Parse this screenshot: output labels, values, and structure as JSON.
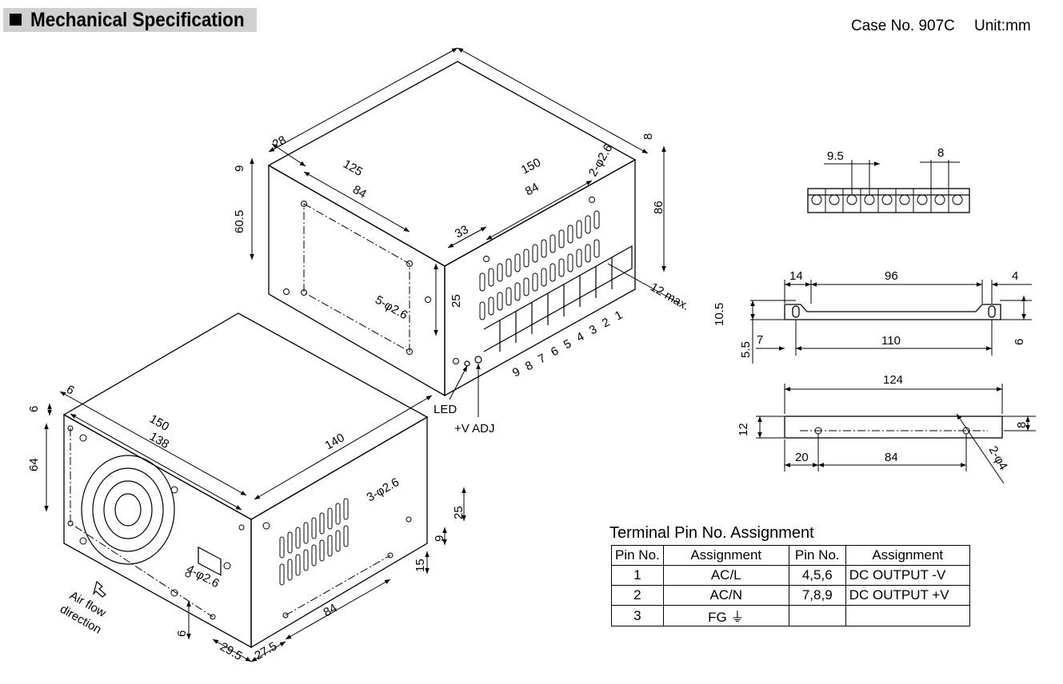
{
  "header": {
    "title": "Mechanical Specification",
    "case_no": "Case No. 907C",
    "unit": "Unit:mm"
  },
  "top_view": {
    "dims": [
      "28",
      "125",
      "84",
      "150",
      "84",
      "9",
      "60.5",
      "33",
      "25",
      "86",
      "8"
    ],
    "hole_labels": [
      "5-φ2.6",
      "2-φ2.6"
    ],
    "max_label": "12 max.",
    "terminal_numbers": [
      "9",
      "8",
      "7",
      "6",
      "5",
      "4",
      "3",
      "2",
      "1"
    ],
    "led_label": "LED",
    "vadj_label": "+V ADJ"
  },
  "bottom_view": {
    "dims": [
      "6",
      "150",
      "138",
      "140",
      "6",
      "64",
      "25",
      "9",
      "15",
      "84",
      "29.5",
      "27.5",
      "6"
    ],
    "hole_labels": [
      "3-φ2.6",
      "4-φ2.6"
    ],
    "airflow_label_1": "Air flow",
    "airflow_label_2": "direction"
  },
  "terminal_block": {
    "dims": [
      "9.5",
      "8"
    ]
  },
  "bracket_side": {
    "dims": [
      "14",
      "96",
      "4",
      "10.5",
      "5.5",
      "7",
      "110",
      "6"
    ]
  },
  "bracket_top": {
    "dims": [
      "124",
      "12",
      "8",
      "20",
      "84"
    ],
    "hole_label": "2-φ4"
  },
  "pin_table": {
    "title": "Terminal Pin No.  Assignment",
    "headers": [
      "Pin No.",
      "Assignment",
      "Pin No.",
      "Assignment"
    ],
    "rows": [
      [
        "1",
        "AC/L",
        "4,5,6",
        "DC OUTPUT -V"
      ],
      [
        "2",
        "AC/N",
        "7,8,9",
        "DC OUTPUT +V"
      ],
      [
        "3",
        "FG ⏚",
        "",
        ""
      ]
    ]
  }
}
